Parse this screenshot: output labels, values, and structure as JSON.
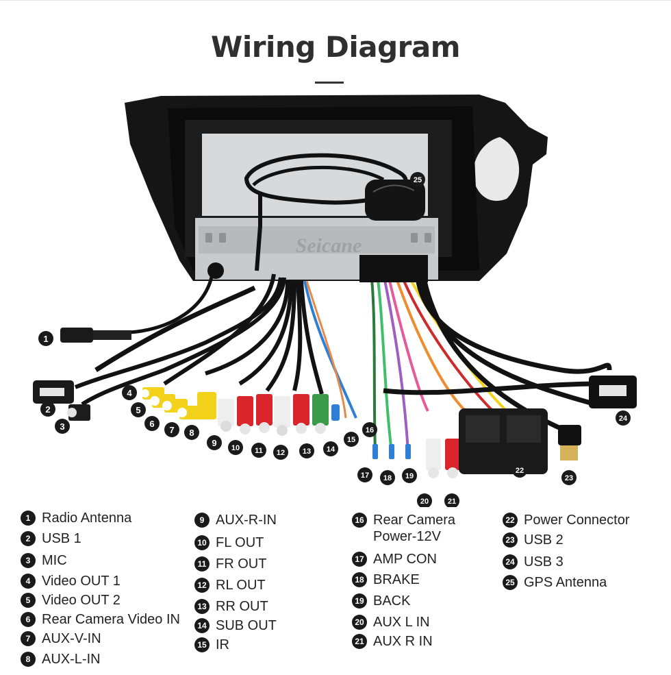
{
  "title": "Wiring Diagram",
  "watermark": "Seicane",
  "colors": {
    "badge": "#1a1a1a",
    "unit_frame": "#111111",
    "chassis": "#d4d6d8",
    "rca_yellow": "#f2d21b",
    "rca_red": "#d8262c",
    "rca_white": "#f2f2f2",
    "rca_green": "#3a9a4a",
    "wire_blue": "#2f7fd6"
  },
  "legend": [
    {
      "num": "1",
      "label": "Radio Antenna"
    },
    {
      "num": "2",
      "label": "USB 1"
    },
    {
      "num": "3",
      "label": "MIC"
    },
    {
      "num": "4",
      "label": "Video OUT 1"
    },
    {
      "num": "5",
      "label": "Video OUT 2"
    },
    {
      "num": "6",
      "label": "Rear Camera Video IN"
    },
    {
      "num": "7",
      "label": "AUX-V-IN"
    },
    {
      "num": "8",
      "label": "AUX-L-IN"
    },
    {
      "num": "9",
      "label": "AUX-R-IN"
    },
    {
      "num": "10",
      "label": "FL OUT"
    },
    {
      "num": "11",
      "label": "FR OUT"
    },
    {
      "num": "12",
      "label": "RL OUT"
    },
    {
      "num": "13",
      "label": "RR OUT"
    },
    {
      "num": "14",
      "label": "SUB OUT"
    },
    {
      "num": "15",
      "label": "IR"
    },
    {
      "num": "16",
      "label": "Rear Camera Power-12V"
    },
    {
      "num": "17",
      "label": "AMP CON"
    },
    {
      "num": "18",
      "label": "BRAKE"
    },
    {
      "num": "19",
      "label": "BACK"
    },
    {
      "num": "20",
      "label": "AUX L IN"
    },
    {
      "num": "21",
      "label": "AUX R IN"
    },
    {
      "num": "22",
      "label": "Power Connector"
    },
    {
      "num": "23",
      "label": "USB 2"
    },
    {
      "num": "24",
      "label": "USB 3"
    },
    {
      "num": "25",
      "label": "GPS Antenna"
    }
  ]
}
